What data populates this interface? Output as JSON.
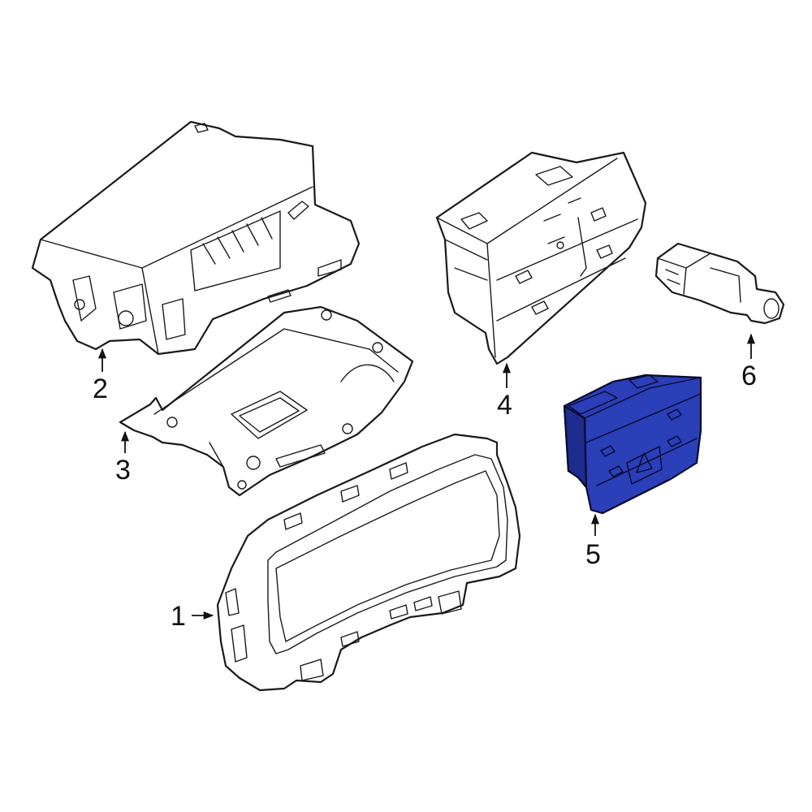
{
  "colors": {
    "highlight": "#2a3fb8",
    "highlight_dark": "#1d2c8f",
    "line": "#1a1a1a",
    "background": "#ffffff"
  },
  "callouts": [
    {
      "id": "1",
      "text": "1"
    },
    {
      "id": "2",
      "text": "2"
    },
    {
      "id": "3",
      "text": "3"
    },
    {
      "id": "4",
      "text": "4"
    },
    {
      "id": "5",
      "text": "5"
    },
    {
      "id": "6",
      "text": "6"
    }
  ]
}
